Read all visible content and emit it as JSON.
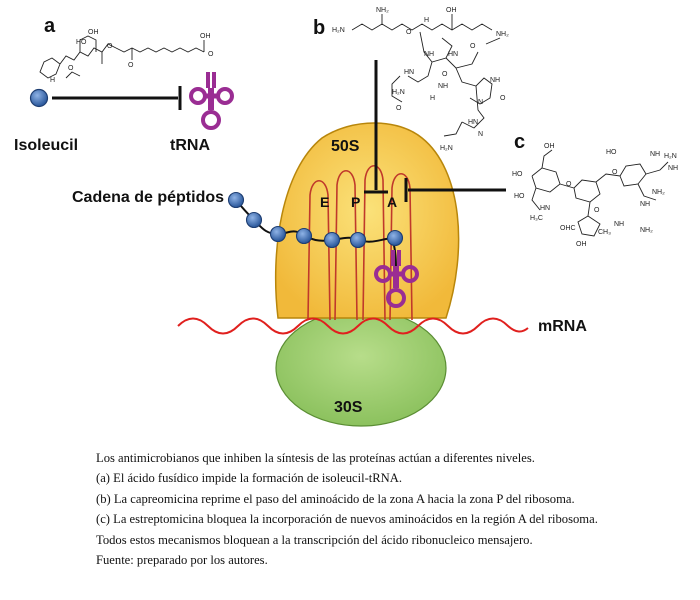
{
  "panels": {
    "a": "a",
    "b": "b",
    "c": "c"
  },
  "labels": {
    "isoleucil": "Isoleucil",
    "trna": "tRNA",
    "cadena": "Cadena de péptidos",
    "ribosome_large": "50S",
    "ribosome_small": "30S",
    "site_e": "E",
    "site_p": "P",
    "site_a": "A",
    "mrna": "mRNA"
  },
  "chem_atoms": {
    "o": "O",
    "oh": "OH",
    "ho": "HO",
    "h": "H",
    "nh": "NH",
    "nh2": "NH₂",
    "h2n": "H₂N",
    "hn": "HN",
    "n": "N",
    "cho": "OHC",
    "ch3": "CH₃",
    "h3c": "H₃C",
    "h2nnh": "H₂N",
    "nh_amide": "N",
    "h_amide": "H"
  },
  "colors": {
    "large_subunit": "#f5c64a",
    "small_subunit": "#9ccc6a",
    "trna": "#9a2d93",
    "mrna": "#e0201e",
    "bead": "#3d6fb6",
    "chain": "#111111"
  },
  "caption": {
    "lines": [
      "Los antimicrobianos que inhiben la síntesis de las proteínas actúan a diferentes niveles.",
      "(a) El ácido fusídico impide la formación de isoleucil-tRNA.",
      "(b) La capreomicina reprime el paso del aminoácido de la zona A hacia la zona P del ribosoma.",
      "(c) La estreptomicina bloquea la incorporación de nuevos aminoácidos en la región A del ribosoma.",
      "Todos estos mecanismos bloquean a la transcripción del ácido ribonucleico mensajero.",
      "Fuente: preparado por los autores."
    ]
  }
}
